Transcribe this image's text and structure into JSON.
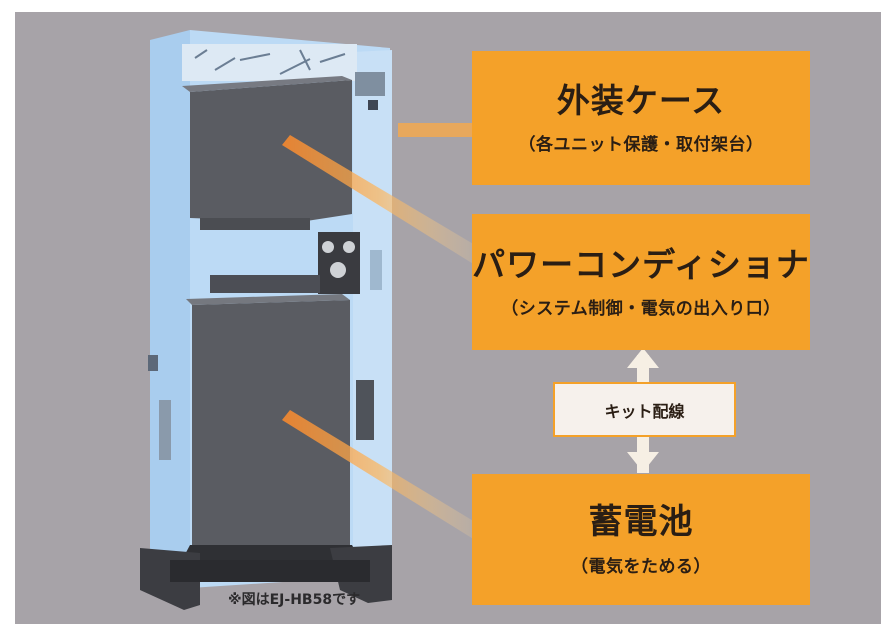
{
  "labels": {
    "case": {
      "title": "外装ケース",
      "subtitle": "（各ユニット保護・取付架台）"
    },
    "pcs": {
      "title": "パワーコンディショナ",
      "subtitle": "（システム制御・電気の出入り口）"
    },
    "battery": {
      "title": "蓄電池",
      "subtitle": "（電気をためる）"
    },
    "kit": "キット配線"
  },
  "note": "※図はEJ-HB58です",
  "colors": {
    "background": "#a7a3a8",
    "label_fill": "#f4a129",
    "unit_body": "#b5d6f3",
    "module": "#5a5c62"
  }
}
